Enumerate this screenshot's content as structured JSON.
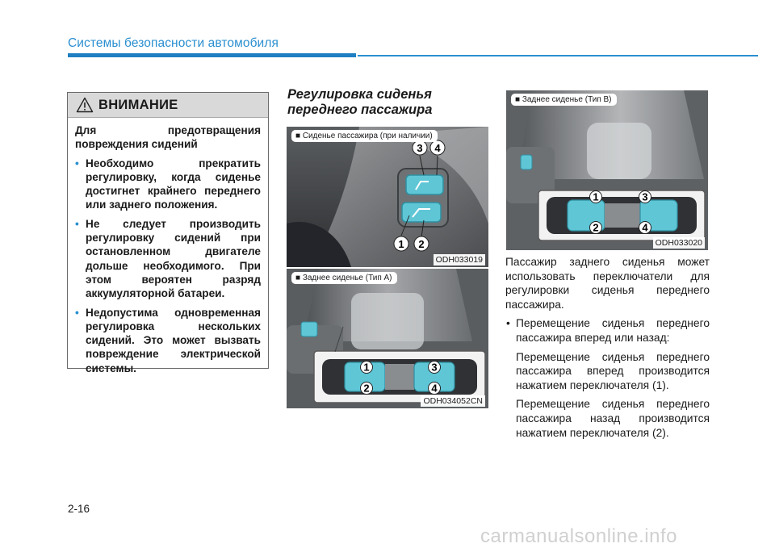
{
  "header": {
    "title": "Системы безопасности автомобиля"
  },
  "warning": {
    "heading": "ВНИМАНИЕ",
    "intro": "Для предотвращения повреждения сидений",
    "items": [
      "Необходимо прекратить регулировку, когда сиденье достигнет крайнего переднего или заднего положения.",
      "Не следует производить регулировку сидений при остановленном двигателе дольше необходимого. При этом вероятен разряд аккумуляторной батареи.",
      "Недопустима одновременная регулировка нескольких сидений. Это может вызвать повреждение электрической системы."
    ]
  },
  "section": {
    "title": "Регулировка сиденья переднего пассажира"
  },
  "figures": [
    {
      "caption": "■ Сиденье пассажира (при наличии)",
      "code": "ODH033019",
      "labels": [
        "3",
        "4",
        "1",
        "2"
      ]
    },
    {
      "caption": "■ Заднее сиденье (Тип A)",
      "code": "ODH034052CN",
      "labels": [
        "1",
        "2",
        "3",
        "4"
      ]
    },
    {
      "caption": "■ Заднее сиденье (Тип B)",
      "code": "ODH033020",
      "labels": [
        "1",
        "2",
        "3",
        "4"
      ]
    }
  ],
  "body": {
    "intro": "Пассажир заднего сиденья может использовать переключатели для регулировки сиденья переднего пассажира.",
    "bullet": "Перемещение сиденья переднего пассажира вперед или назад:",
    "sub1": "Перемещение сиденья переднего пассажира вперед производится нажатием переключателя (1).",
    "sub2": "Перемещение сиденья переднего пассажира назад производится нажатием переключателя (2)."
  },
  "footer": {
    "page": "2-16",
    "watermark": "carmanualsonline.info"
  },
  "colors": {
    "accent": "#2a8fd0",
    "accent_dark": "#1e7fc2",
    "warning_header_bg": "#d9d9d9",
    "switch_highlight": "#5fc6d6"
  }
}
